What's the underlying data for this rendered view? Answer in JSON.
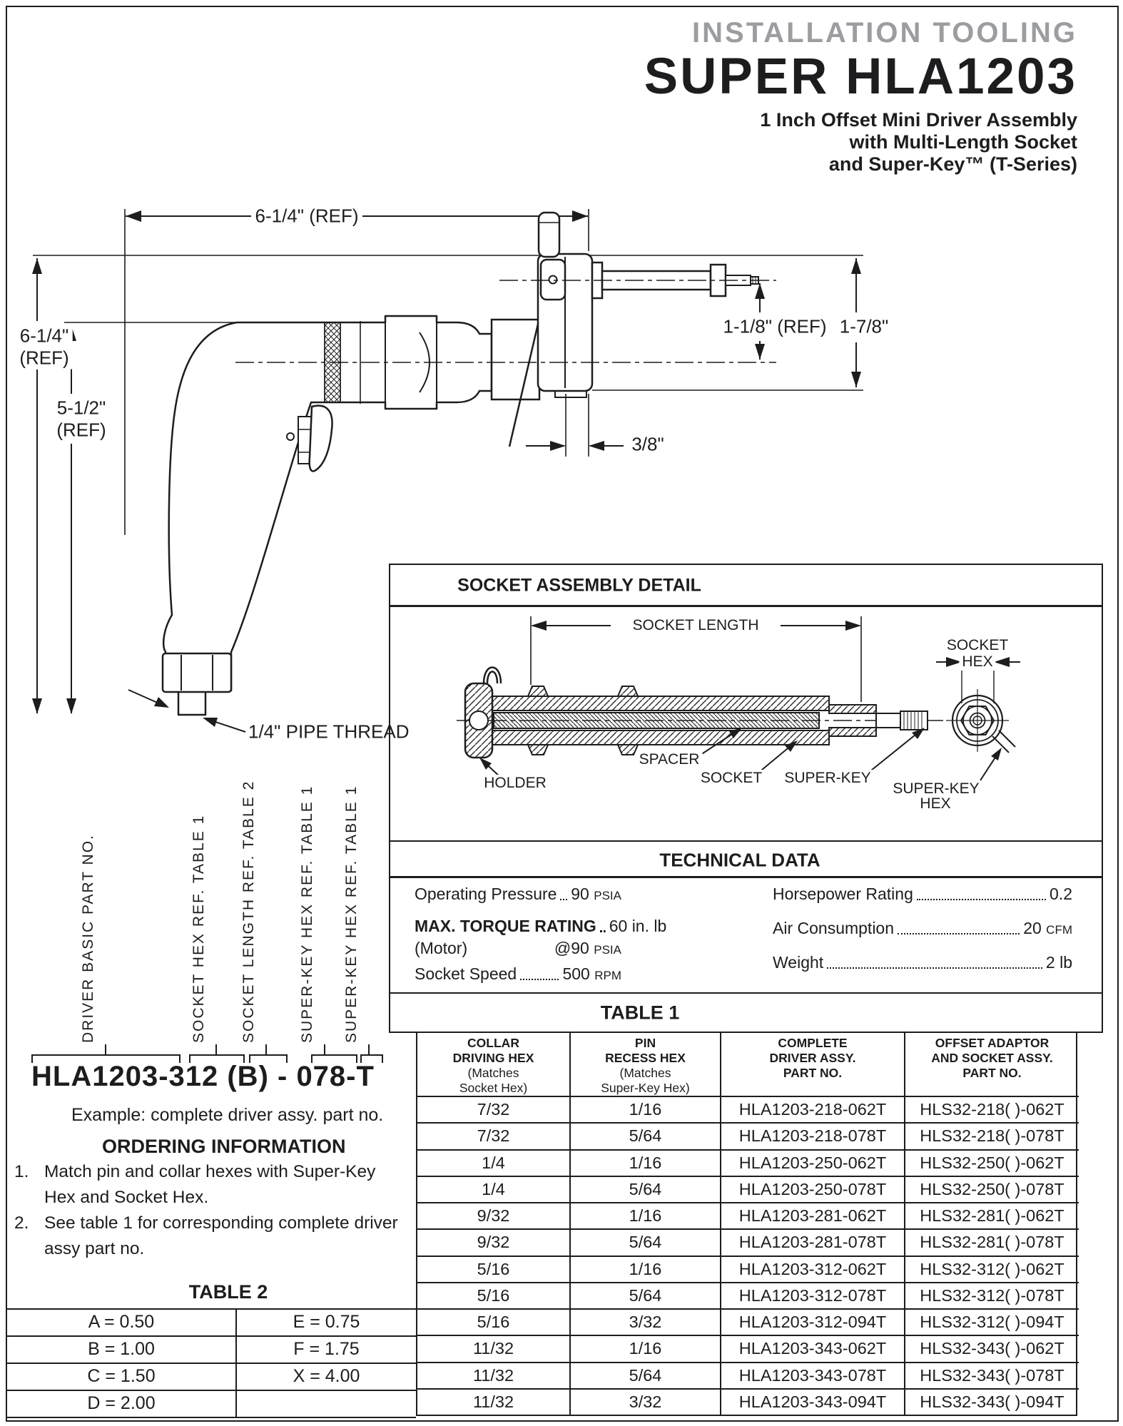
{
  "header": {
    "category": "INSTALLATION TOOLING",
    "title": "SUPER HLA1203",
    "subtitle1": "1 Inch Offset Mini Driver Assembly",
    "subtitle2": "with Multi-Length Socket",
    "subtitle3": "and Super-Key™ (T-Series)"
  },
  "tool_drawing": {
    "dim_top_width": "6-1/4\" (REF)",
    "dim_height_line1": "6-1/4\"",
    "dim_height_line2": "(REF)",
    "dim_grip_line1": "5-1/2\"",
    "dim_grip_line2": "(REF)",
    "dim_offset": "1-1/8\" (REF)",
    "dim_head": "1-7/8\"",
    "dim_flange": "3/8\"",
    "pipe_thread": "1/4\" PIPE THREAD"
  },
  "socket_detail": {
    "title": "SOCKET ASSEMBLY DETAIL",
    "socket_length": "SOCKET LENGTH",
    "socket_hex_line1": "SOCKET",
    "socket_hex_line2": "HEX",
    "spacer": "SPACER",
    "holder": "HOLDER",
    "socket": "SOCKET",
    "super_key": "SUPER-KEY",
    "super_key_hex_line1": "SUPER-KEY",
    "super_key_hex_line2": "HEX"
  },
  "technical_data": {
    "title": "TECHNICAL DATA",
    "operating_pressure_label": "Operating Pressure",
    "operating_pressure_value": "90",
    "operating_pressure_unit": "PSIA",
    "torque_label": "MAX. TORQUE RATING",
    "torque_value": "60 in. lb",
    "torque_sub_label": "(Motor)",
    "torque_sub_value": "@90",
    "torque_sub_unit": "PSIA",
    "socket_speed_label": "Socket Speed",
    "socket_speed_value": "500",
    "socket_speed_unit": "RPM",
    "horsepower_label": "Horsepower Rating",
    "horsepower_value": "0.2",
    "air_label": "Air Consumption",
    "air_value": "20",
    "air_unit": "CFM",
    "weight_label": "Weight",
    "weight_value": "2 lb"
  },
  "part_example": {
    "number": "HLA1203-312 (B) - 078-T",
    "caption": "Example: complete driver assy. part no.",
    "callout1": "DRIVER BASIC PART NO.",
    "callout2": "SOCKET HEX REF. TABLE 1",
    "callout3": "SOCKET LENGTH REF. TABLE 2",
    "callout4": "SUPER-KEY HEX REF. TABLE 1",
    "callout5": "SUPER-KEY HEX REF. TABLE 1"
  },
  "ordering": {
    "title": "ORDERING INFORMATION",
    "item1_num": "1.",
    "item1": "Match pin and collar hexes with Super-Key Hex and Socket Hex.",
    "item2_num": "2.",
    "item2": "See table 1 for corresponding complete driver assy part no."
  },
  "table2": {
    "title": "TABLE 2",
    "rows": [
      [
        "A = 0.50",
        "E = 0.75"
      ],
      [
        "B = 1.00",
        "F = 1.75"
      ],
      [
        "C = 1.50",
        "X = 4.00"
      ],
      [
        "D = 2.00",
        ""
      ]
    ]
  },
  "table1": {
    "title": "TABLE 1",
    "columns": [
      {
        "l1": "COLLAR",
        "l2": "DRIVING HEX",
        "l3": "(Matches",
        "l4": "Socket Hex)"
      },
      {
        "l1": "PIN",
        "l2": "RECESS HEX",
        "l3": "(Matches",
        "l4": "Super-Key Hex)"
      },
      {
        "l1": "COMPLETE",
        "l2": "DRIVER ASSY.",
        "l3": "PART NO.",
        "l4": ""
      },
      {
        "l1": "OFFSET ADAPTOR",
        "l2": "AND SOCKET ASSY.",
        "l3": "PART NO.",
        "l4": ""
      }
    ],
    "rows": [
      [
        "7/32",
        "1/16",
        "HLA1203-218-062T",
        "HLS32-218( )-062T"
      ],
      [
        "7/32",
        "5/64",
        "HLA1203-218-078T",
        "HLS32-218( )-078T"
      ],
      [
        "1/4",
        "1/16",
        "HLA1203-250-062T",
        "HLS32-250( )-062T"
      ],
      [
        "1/4",
        "5/64",
        "HLA1203-250-078T",
        "HLS32-250( )-078T"
      ],
      [
        "9/32",
        "1/16",
        "HLA1203-281-062T",
        "HLS32-281( )-062T"
      ],
      [
        "9/32",
        "5/64",
        "HLA1203-281-078T",
        "HLS32-281( )-078T"
      ],
      [
        "5/16",
        "1/16",
        "HLA1203-312-062T",
        "HLS32-312( )-062T"
      ],
      [
        "5/16",
        "5/64",
        "HLA1203-312-078T",
        "HLS32-312( )-078T"
      ],
      [
        "5/16",
        "3/32",
        "HLA1203-312-094T",
        "HLS32-312( )-094T"
      ],
      [
        "11/32",
        "1/16",
        "HLA1203-343-062T",
        "HLS32-343( )-062T"
      ],
      [
        "11/32",
        "5/64",
        "HLA1203-343-078T",
        "HLS32-343( )-078T"
      ],
      [
        "11/32",
        "3/32",
        "HLA1203-343-094T",
        "HLS32-343( )-094T"
      ]
    ]
  },
  "colors": {
    "ink": "#1d1d1f",
    "header_gray": "#9b9da0"
  }
}
